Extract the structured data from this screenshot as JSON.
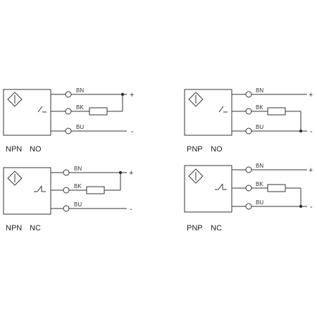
{
  "wires": {
    "brown": "BN",
    "black": "BK",
    "blue": "BU"
  },
  "polarity": {
    "positive": "+",
    "negative": "-"
  },
  "colors": {
    "line": "#333333",
    "text": "#222222",
    "background": "#ffffff"
  },
  "circuits": [
    {
      "type": "NPN",
      "contact": "NO",
      "switch": "normally-open-switch",
      "load_to": "positive"
    },
    {
      "type": "PNP",
      "contact": "NO",
      "switch": "normally-open-switch",
      "load_to": "negative"
    },
    {
      "type": "NPN",
      "contact": "NC",
      "switch": "normally-closed-switch",
      "load_to": "positive"
    },
    {
      "type": "PNP",
      "contact": "NC",
      "switch": "normally-closed-switch",
      "load_to": "negative"
    }
  ]
}
